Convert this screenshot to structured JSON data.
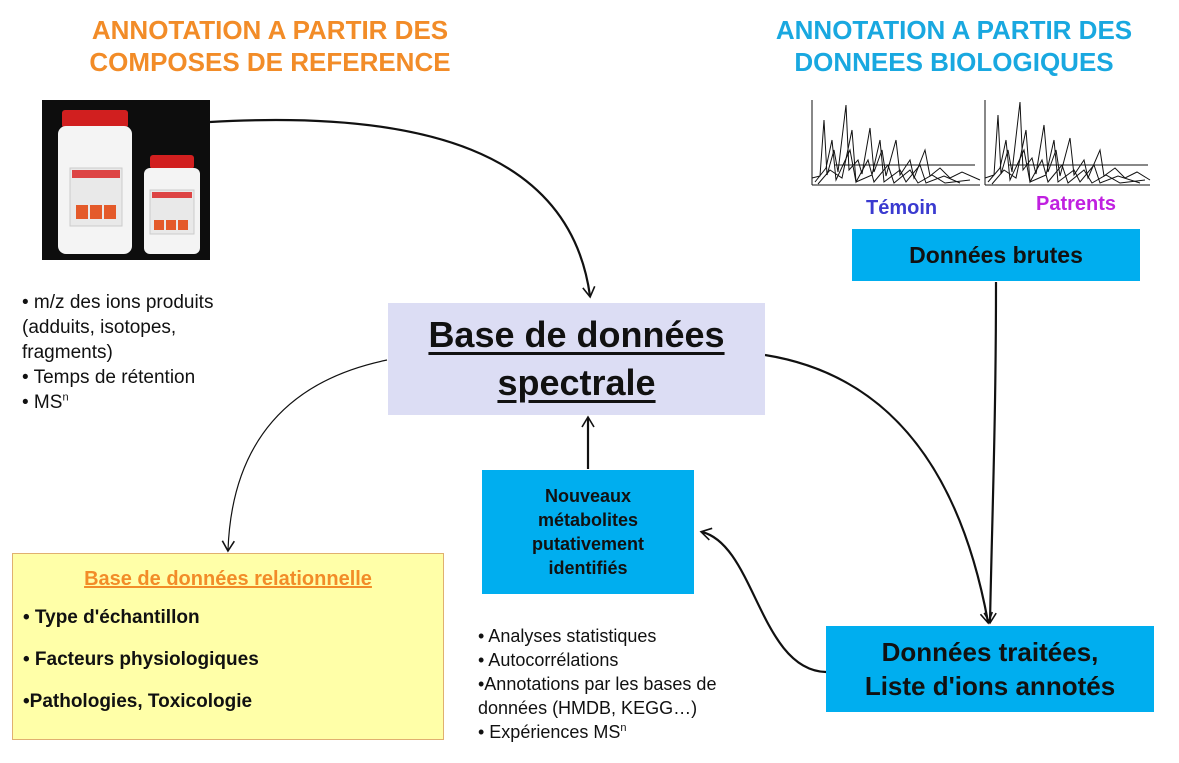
{
  "headings": {
    "left": [
      "ANNOTATION A PARTIR DES",
      "COMPOSES DE REFERENCE"
    ],
    "right": [
      "ANNOTATION A PARTIR DES",
      "DONNEES BIOLOGIQUES"
    ]
  },
  "reference_bullets": [
    "• m/z des ions produits",
    "(adduits, isotopes,",
    "fragments)",
    "• Temps de rétention",
    "• MS"
  ],
  "reference_bullets_sup": "n",
  "spectral_db": [
    "Base de données",
    "spectrale"
  ],
  "spectra_labels": {
    "temoin": "Témoin",
    "patients": "Patrents"
  },
  "raw_data": "Données brutes",
  "processed_data": [
    "Données traitées,",
    "Liste d'ions annotés"
  ],
  "new_metabolites": [
    "Nouveaux",
    "métabolites",
    "putativement",
    "identifiés"
  ],
  "analysis_bullets": [
    "• Analyses statistiques",
    "• Autocorrélations",
    "•Annotations par les bases de",
    "données (HMDB, KEGG…)",
    "• Expériences MS"
  ],
  "analysis_bullets_sup": "n",
  "relational_db": {
    "title": "Base de données relationnelle",
    "items": [
      "• Type d'échantillon",
      "• Facteurs physiologiques",
      "•Pathologies, Toxicologie"
    ]
  },
  "colors": {
    "orange": "#f28c28",
    "blue_heading": "#19a8e0",
    "cyan_box": "#00aeef",
    "lavender_box": "#dcddf4",
    "yellow_box": "#ffffa8",
    "temoin": "#3a3ad0",
    "patients": "#c020e0"
  }
}
